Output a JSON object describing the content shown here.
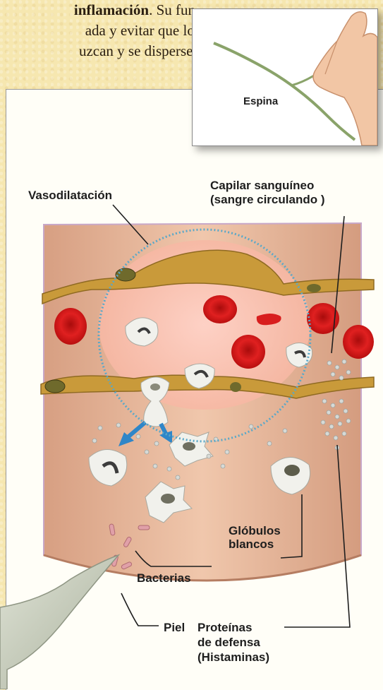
{
  "text_fragment": {
    "line1_bold": "inflamación",
    "line1_rest": ". Su fun-",
    "line2": "ada y evitar que los",
    "line3": "uzcan y se dispersen"
  },
  "labels": {
    "espina": "Espina",
    "vasodilatacion": "Vasodilatación",
    "capilar_1": "Capilar sanguíneo",
    "capilar_2": "(sangre circulando )",
    "globulos_1": "Glóbulos",
    "globulos_2": "blancos",
    "bacterias": "Bacterias",
    "piel": "Piel",
    "proteinas_1": "Proteínas",
    "proteinas_2": "de defensa",
    "proteinas_3": "(Histaminas)"
  },
  "colors": {
    "skin": "#e8b899",
    "vessel": "#c99a3a",
    "red_cell": "#d81e1e",
    "white_cell": "#f1f1ec",
    "dotted_circle": "#5aa8c8",
    "arrow": "#2f86c8",
    "thorn": "#c9cfc0"
  }
}
